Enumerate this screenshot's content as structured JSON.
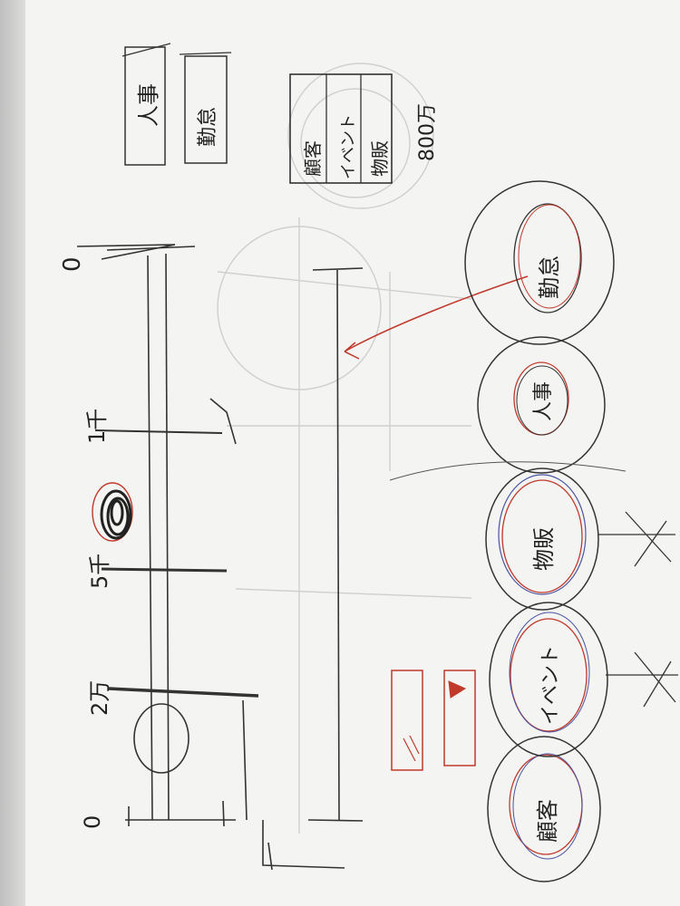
{
  "sketch": {
    "timeline_ticks": [
      "0",
      "2万",
      "5千",
      "1千",
      "0"
    ],
    "menu_buttons": [
      "人事",
      "勤怠"
    ],
    "category_panel": {
      "items": [
        "顧客",
        "イベント",
        "物販"
      ],
      "total": "800万"
    },
    "circles": [
      {
        "label": "顧客"
      },
      {
        "label": "イベント"
      },
      {
        "label": "物販"
      },
      {
        "label": "人事"
      },
      {
        "label": "勤怠"
      }
    ]
  }
}
